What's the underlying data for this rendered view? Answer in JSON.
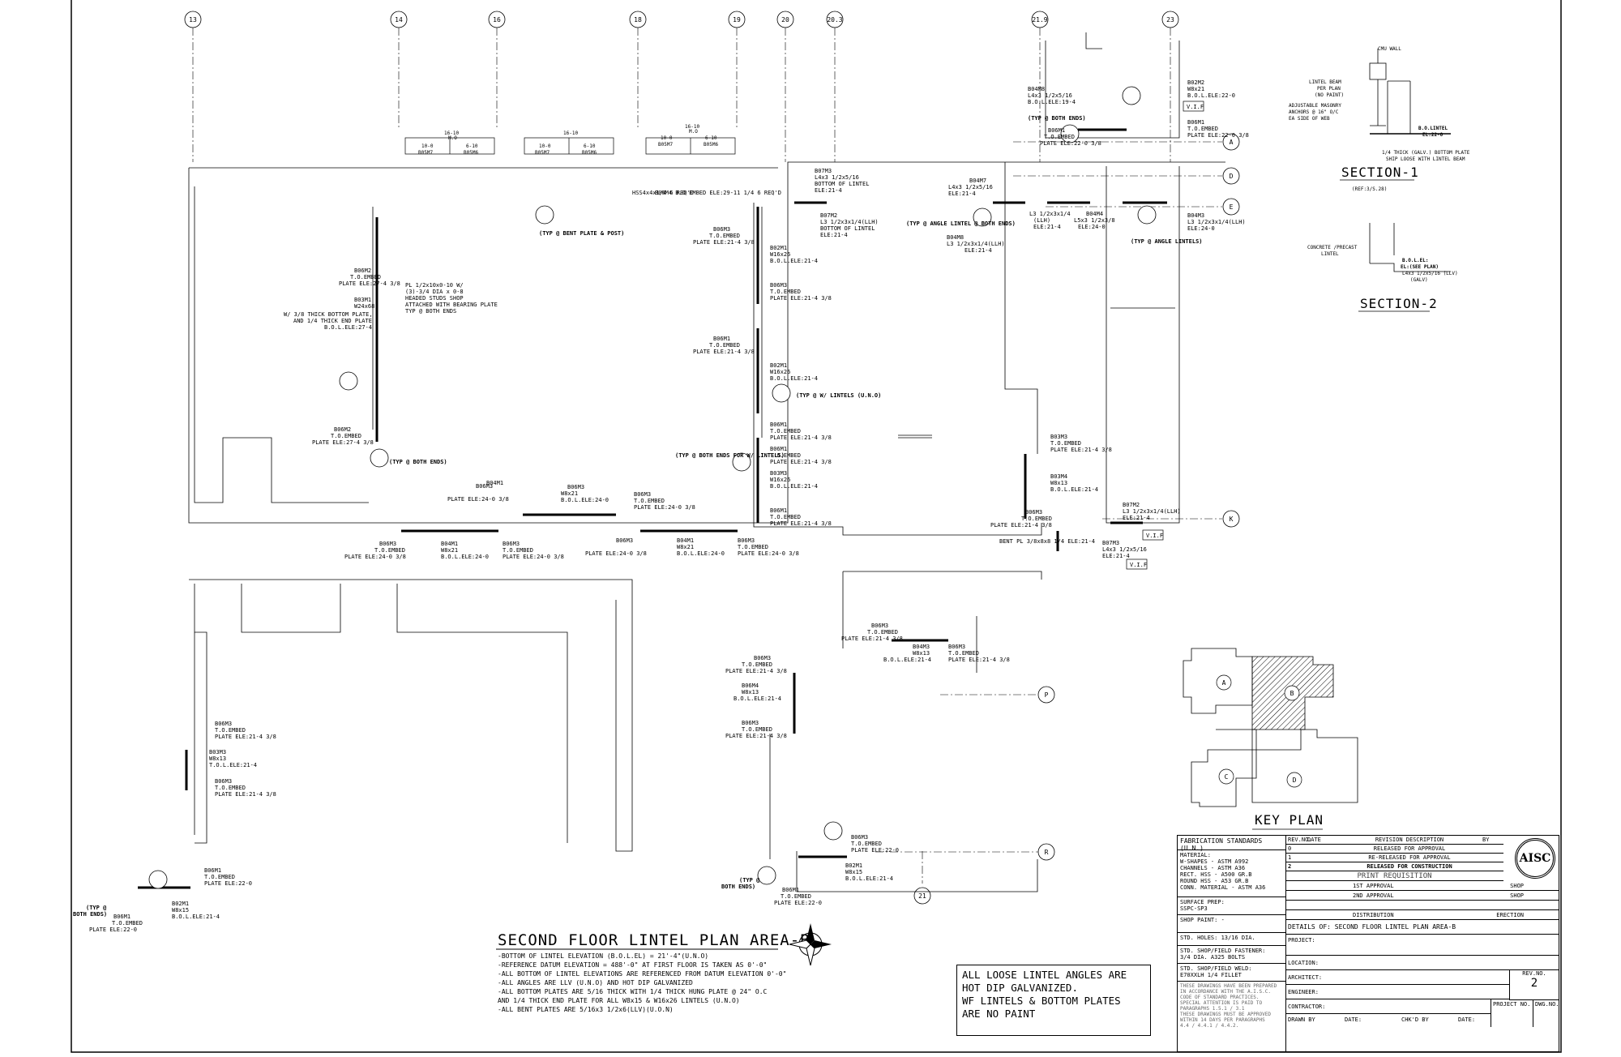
{
  "title": "SECOND FLOOR LINTEL PLAN AREA-B",
  "grid_bubbles": [
    "13",
    "14",
    "16",
    "18",
    "19",
    "20",
    "20.3",
    "21.9",
    "23",
    "A",
    "D",
    "E",
    "K",
    "P",
    "R",
    "21"
  ],
  "general_notes": [
    "-BOTTOM OF LINTEL ELEVATION (B.O.L.EL) = 21'-4\"(U.N.O)",
    "-REFERENCE DATUM ELEVATION = 488'-0\" AT FIRST FLOOR IS TAKEN AS 0'-0\"",
    "-ALL BOTTOM OF LINTEL ELEVATIONS ARE REFERENCED FROM DATUM ELEVATION 0'-0\"",
    "-ALL ANGLES ARE LLV (U.N.O) AND HOT DIP GALVANIZED",
    "-ALL BOTTOM PLATES ARE 5/16 THICK WITH 1/4 THICK HUNG PLATE @ 24\" O.C",
    "AND 1/4 THICK END PLATE FOR ALL W8x15 & W16x26 LINTELS (U.N.O)",
    "-ALL BENT PLATES ARE 5/16x3 1/2x6(LLV)(U.O.N)"
  ],
  "boxed_note": [
    "ALL LOOSE LINTEL ANGLES ARE",
    "HOT DIP GALVANIZED.",
    "WF LINTELS & BOTTOM PLATES",
    "ARE NO PAINT"
  ],
  "section1": {
    "title": "SECTION-1",
    "ref": "(REF:3/S.28)",
    "labels": [
      "CMU WALL",
      "LINTEL BEAM",
      "PER PLAN",
      "(NO PAINT)",
      "ADJUSTABLE MASONRY",
      "ANCHORS @ 16\" O/C",
      "EA SIDE OF WEB",
      "B.O.LINTEL",
      "EL:22-0",
      "1/4 THICK (GALV.) BOTTOM PLATE",
      "SHIP LOOSE WITH LINTEL BEAM"
    ]
  },
  "section2": {
    "title": "SECTION-2",
    "labels": [
      "CONCRETE /PRECAST",
      "LINTEL",
      "B.O.L.EL:",
      "EL:(SEE PLAN)",
      "L4x3 1/2x5/16 (LLV)",
      "(GALV)"
    ]
  },
  "key_plan": {
    "title": "KEY PLAN",
    "areas": [
      "A",
      "B",
      "C",
      "D"
    ]
  },
  "callouts": [
    {
      "text": "B06M2 T.O.EMBED PLATE ELE:27-4 3/8"
    },
    {
      "text": "B03M1 W24x68"
    },
    {
      "text": "W/ 3/8 THICK BOTTOM PLATE,"
    },
    {
      "text": "AND 1/4 THICK END PLATE"
    },
    {
      "text": "B.O.L.ELE:27-4"
    },
    {
      "text": "PL 1/2x10x0-10 W/"
    },
    {
      "text": "(3)-3/4 DIA x 0-8"
    },
    {
      "text": "HEADED STUDS SHOP"
    },
    {
      "text": "ATTACHED WITH BEARING PLATE"
    },
    {
      "text": "TYP @ BOTH ENDS"
    },
    {
      "text": "(TYP @ BOTH ENDS)"
    },
    {
      "text": "(TYP @ BENT PLATE & POST)"
    },
    {
      "text": "HSS4x4x1/4 6 REQ'D"
    },
    {
      "text": "B06M4 B.O EMBED ELE:29-11 1/4 6 REQ'D"
    },
    {
      "text": "(TYP @ W/ LINTELS (U.N.O)"
    },
    {
      "text": "(TYP @ BOTH ENDS FOR W/ LINTELS)"
    },
    {
      "text": "(TYP @ ANGLE LINTEL @ BOTH ENDS)"
    },
    {
      "text": "(TYP @ ANGLE LINTELS)"
    },
    {
      "text": "(TYP @ BOTH ENDS)"
    },
    {
      "text": "BENT PL 3/8x8x8 1/4 ELE:21-4"
    },
    {
      "text": "V.I.F"
    }
  ],
  "title_block": {
    "fab_standards": "FABRICATION STANDARDS (U.N.)",
    "material": [
      "MATERIAL:",
      "W-SHAPES - ASTM A992",
      "CHANNELS - ASTM A36",
      "RECT. HSS - A500 GR.B",
      "ROUND HSS - A53 GR.B",
      "CONN. MATERIAL - ASTM A36"
    ],
    "surface_prep": [
      "SURFACE PREP:",
      "SSPC-SP3"
    ],
    "shop_paint": "SHOP PAINT: -",
    "std_holes": "STD. HOLES:  13/16 DIA.",
    "fastener": [
      "STD. SHOP/FIELD FASTENER:",
      "3/4 DIA. A325 BOLTS"
    ],
    "weld": [
      "STD. SHOP/FIELD WELD:",
      "E70XXLH  1/4 FILLET"
    ],
    "small_note": [
      "THESE DRAWINGS HAVE BEEN PREPARED",
      "IN ACCORDANCE WITH THE A.I.S.C.",
      "CODE OF STANDARD PRACTICES.",
      "SPECIAL ATTENTION IS PAID TO",
      "PARAGRAPHS 1.5.1 / 3.1",
      "THESE DRAWINGS MUST BE APPROVED",
      "WITHIN 14 DAYS PER PARAGRAPHS",
      "4.4 / 4.4.1 / 4.4.2."
    ],
    "rev_headers": [
      "REV.NO.",
      "DATE",
      "REVISION DESCRIPTION",
      "BY"
    ],
    "revisions": [
      {
        "no": "0",
        "desc": "RELEASED FOR APPROVAL"
      },
      {
        "no": "1",
        "desc": "RE-RELEASED FOR APPROVAL"
      },
      {
        "no": "2",
        "desc": "RELEASED FOR CONSTRUCTION"
      }
    ],
    "print_requisition": "PRINT REQUISITION",
    "pr_rows": [
      "1ST APPROVAL",
      "2ND APPROVAL",
      "",
      "DISTRIBUTION"
    ],
    "pr_right": [
      "SHOP",
      "SHOP",
      "",
      "ERECTION"
    ],
    "details_of": "DETAILS OF:  SECOND FLOOR LINTEL PLAN AREA-B",
    "fields": [
      "PROJECT:",
      "LOCATION:",
      "ARCHITECT:",
      "ENGINEER:",
      "CONTRACTOR:"
    ],
    "drawn": "DRAWN BY",
    "date": "DATE:",
    "chkd": "CHK'D BY",
    "date2": "DATE:",
    "project_no": "PROJECT NO.",
    "dwg_no": "DWG.NO.",
    "rev_no": "REV.NO.",
    "rev_value": "2",
    "seal_text": "AISC"
  }
}
